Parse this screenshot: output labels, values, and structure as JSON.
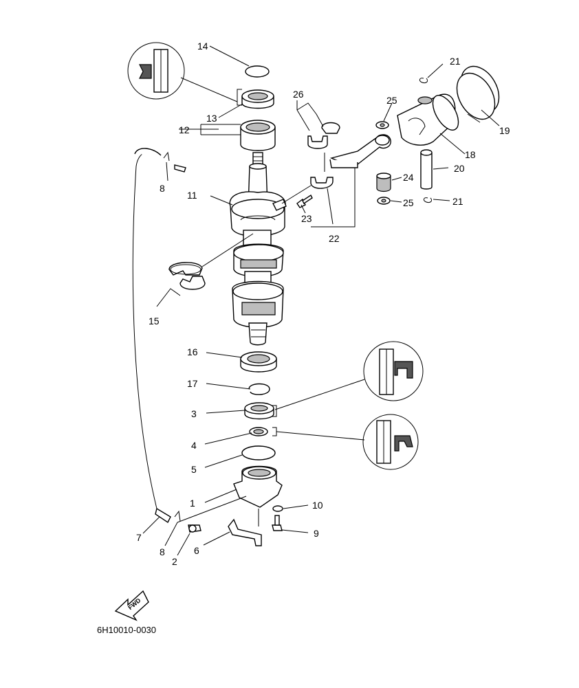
{
  "diagram": {
    "code": "6H10010-0030",
    "fwd_label": "FWD",
    "parts": [
      {
        "id": "1",
        "label": "1"
      },
      {
        "id": "2",
        "label": "2"
      },
      {
        "id": "3",
        "label": "3"
      },
      {
        "id": "4",
        "label": "4"
      },
      {
        "id": "5",
        "label": "5"
      },
      {
        "id": "6",
        "label": "6"
      },
      {
        "id": "7",
        "label": "7"
      },
      {
        "id": "8a",
        "label": "8"
      },
      {
        "id": "8b",
        "label": "8"
      },
      {
        "id": "9",
        "label": "9"
      },
      {
        "id": "10",
        "label": "10"
      },
      {
        "id": "11",
        "label": "11"
      },
      {
        "id": "12",
        "label": "12"
      },
      {
        "id": "13",
        "label": "13"
      },
      {
        "id": "14",
        "label": "14"
      },
      {
        "id": "15",
        "label": "15"
      },
      {
        "id": "16",
        "label": "16"
      },
      {
        "id": "17",
        "label": "17"
      },
      {
        "id": "18",
        "label": "18"
      },
      {
        "id": "19",
        "label": "19"
      },
      {
        "id": "20",
        "label": "20"
      },
      {
        "id": "21a",
        "label": "21"
      },
      {
        "id": "21b",
        "label": "21"
      },
      {
        "id": "22",
        "label": "22"
      },
      {
        "id": "23",
        "label": "23"
      },
      {
        "id": "24",
        "label": "24"
      },
      {
        "id": "25a",
        "label": "25"
      },
      {
        "id": "25b",
        "label": "25"
      },
      {
        "id": "26",
        "label": "26"
      }
    ]
  }
}
